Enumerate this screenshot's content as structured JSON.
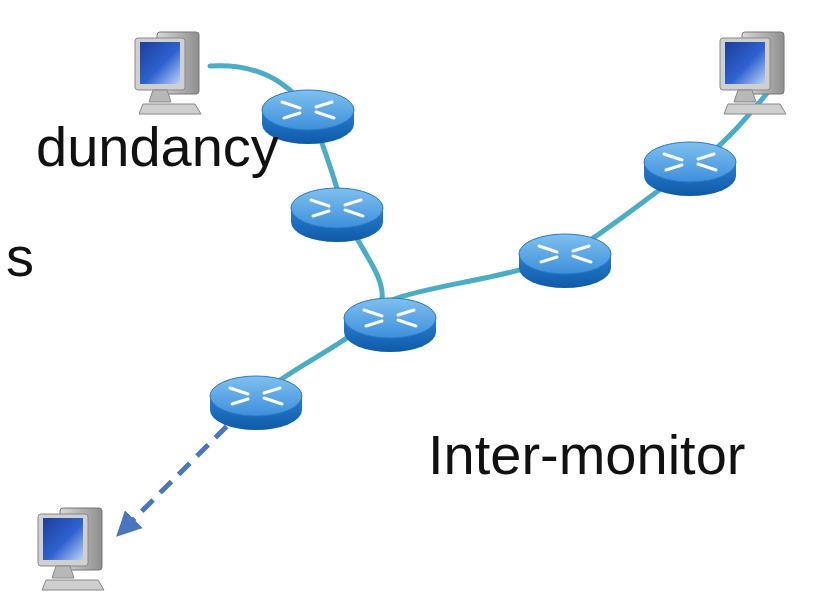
{
  "diagram": {
    "labels": [
      "dundancy",
      "s",
      "Inter-monitor"
    ]
  }
}
